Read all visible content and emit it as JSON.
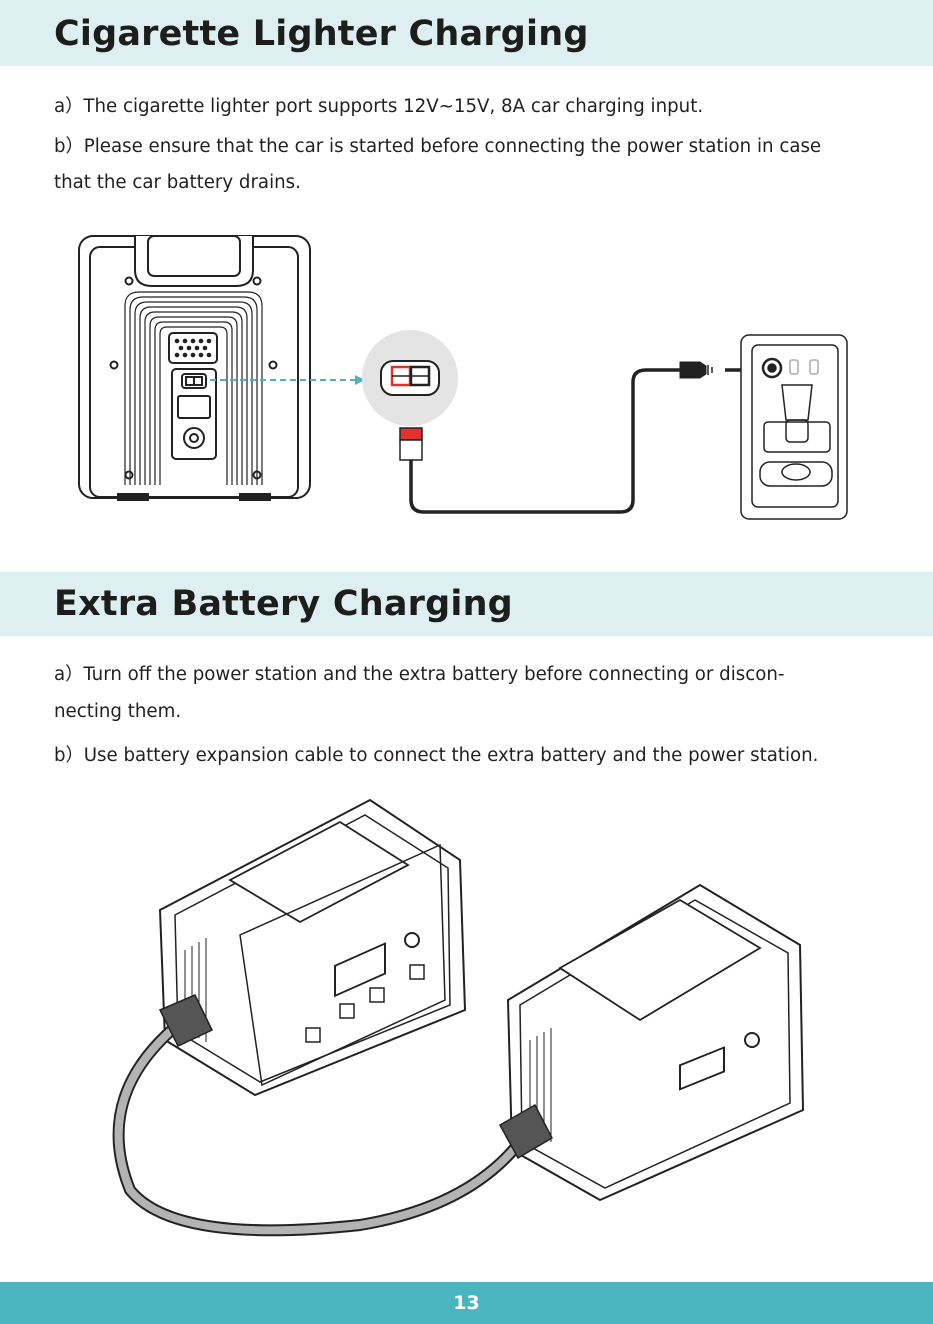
{
  "section1": {
    "title": "Cigarette Lighter Charging",
    "line_a": "a）The cigarette lighter port supports 12V~15V, 8A car charging input.",
    "line_b1": "b）Please ensure that the car is started before connecting the power station in case",
    "line_b2": "that the car battery drains."
  },
  "section2": {
    "title": "Extra Battery Charging",
    "line_a1": "a）Turn off the power station and the extra battery before connecting or discon-",
    "line_a2": "necting them.",
    "line_b": "b）Use battery expansion cable to connect the extra battery and the power station."
  },
  "footer": {
    "page_number": "13"
  },
  "colors": {
    "header_band": "#ddeff1",
    "footer_band": "#4bb4bf",
    "accent_red": "#e3312d",
    "dashed_arrow": "#4bb4bf"
  }
}
